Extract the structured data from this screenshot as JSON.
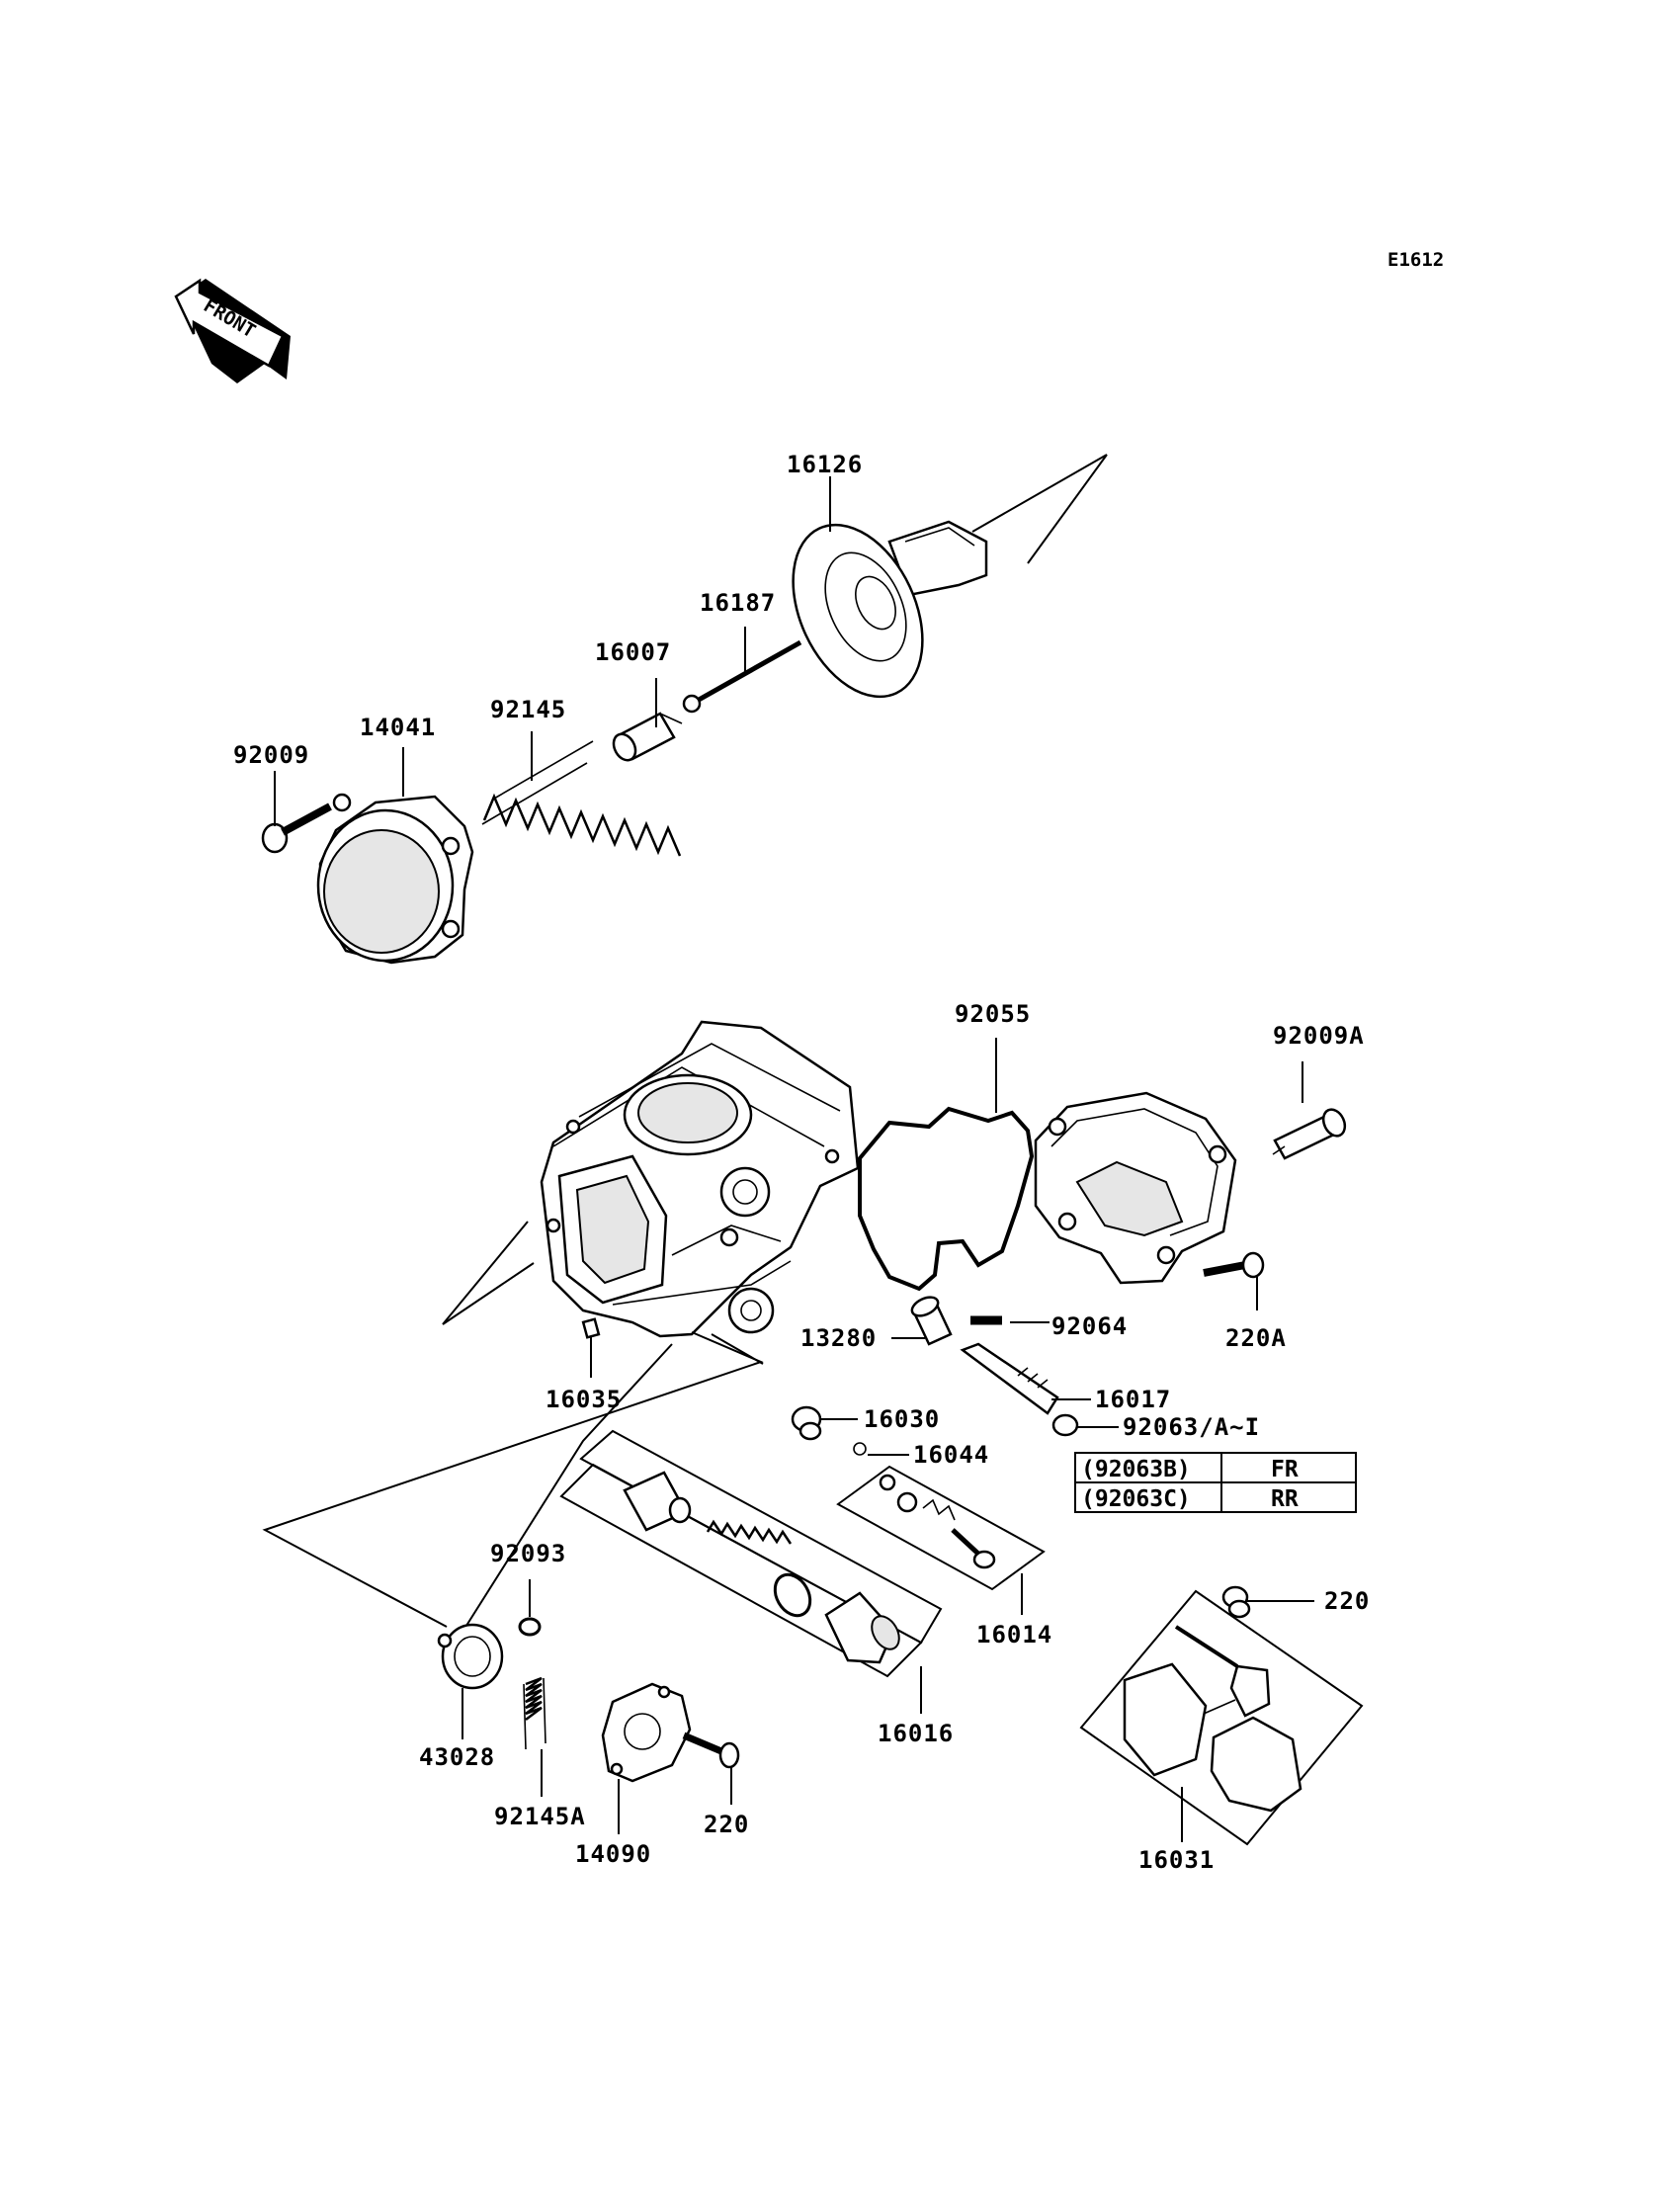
{
  "diagram": {
    "ref_code": "E1612",
    "front_label": "FRONT",
    "parts": [
      {
        "id": "p16126",
        "number": "16126"
      },
      {
        "id": "p16187",
        "number": "16187"
      },
      {
        "id": "p16007",
        "number": "16007"
      },
      {
        "id": "p92145",
        "number": "92145"
      },
      {
        "id": "p14041",
        "number": "14041"
      },
      {
        "id": "p92009",
        "number": "92009"
      },
      {
        "id": "p92055",
        "number": "92055"
      },
      {
        "id": "p92009A",
        "number": "92009A"
      },
      {
        "id": "p92064",
        "number": "92064"
      },
      {
        "id": "p13280",
        "number": "13280"
      },
      {
        "id": "p220A",
        "number": "220A"
      },
      {
        "id": "p16017",
        "number": "16017"
      },
      {
        "id": "p16035",
        "number": "16035"
      },
      {
        "id": "p16030",
        "number": "16030"
      },
      {
        "id": "p92063",
        "number": "92063/A~I"
      },
      {
        "id": "p16044",
        "number": "16044"
      },
      {
        "id": "p92093",
        "number": "92093"
      },
      {
        "id": "p16014",
        "number": "16014"
      },
      {
        "id": "p220a",
        "number": "220"
      },
      {
        "id": "p16016",
        "number": "16016"
      },
      {
        "id": "p43028",
        "number": "43028"
      },
      {
        "id": "p92145A",
        "number": "92145A"
      },
      {
        "id": "p220b",
        "number": "220"
      },
      {
        "id": "p14090",
        "number": "14090"
      },
      {
        "id": "p16031",
        "number": "16031"
      }
    ],
    "variant_table": [
      {
        "code": "(92063B)",
        "position": "FR"
      },
      {
        "code": "(92063C)",
        "position": "RR"
      }
    ]
  }
}
